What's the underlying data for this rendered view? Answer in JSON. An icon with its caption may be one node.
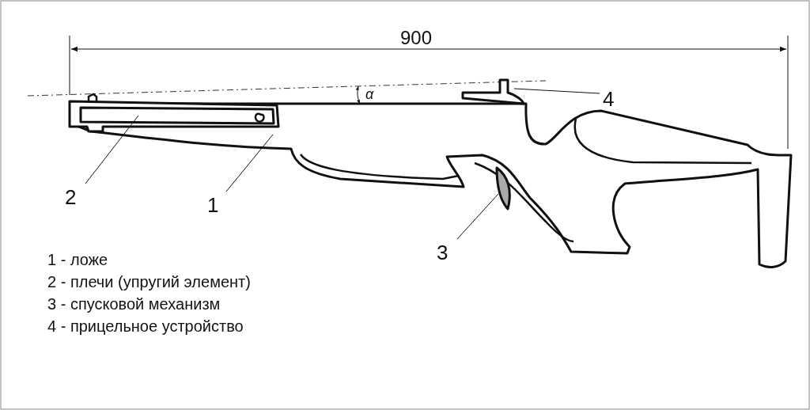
{
  "diagram": {
    "nodes": [
      {
        "text": [
          "1"
        ]
      },
      {
        "text": [
          "2"
        ]
      },
      {
        "text": [
          "3"
        ]
      },
      {
        "text": [
          "4"
        ]
      },
      {
        "text": [],
        "shape": "picture"
      },
      {
        "text": [],
        "shape": "picture"
      },
      {
        "text": [],
        "shape": "picture"
      },
      {
        "text": [],
        "shape": "picture"
      }
    ],
    "edges": [
      {
        "from": 0,
        "to": 4,
        "arrow": "none"
      },
      {
        "from": 1,
        "to": 5,
        "arrow": "none"
      },
      {
        "from": 2,
        "to": 6,
        "arrow": "none"
      },
      {
        "from": 3,
        "to": 7,
        "arrow": "none"
      }
    ],
    "labels": [
      "900",
      "α",
      "1 - ложе",
      "2 - плечи (упругий элемент)",
      "3 - спусковой механизм",
      "4 - прицельное устройство"
    ]
  }
}
